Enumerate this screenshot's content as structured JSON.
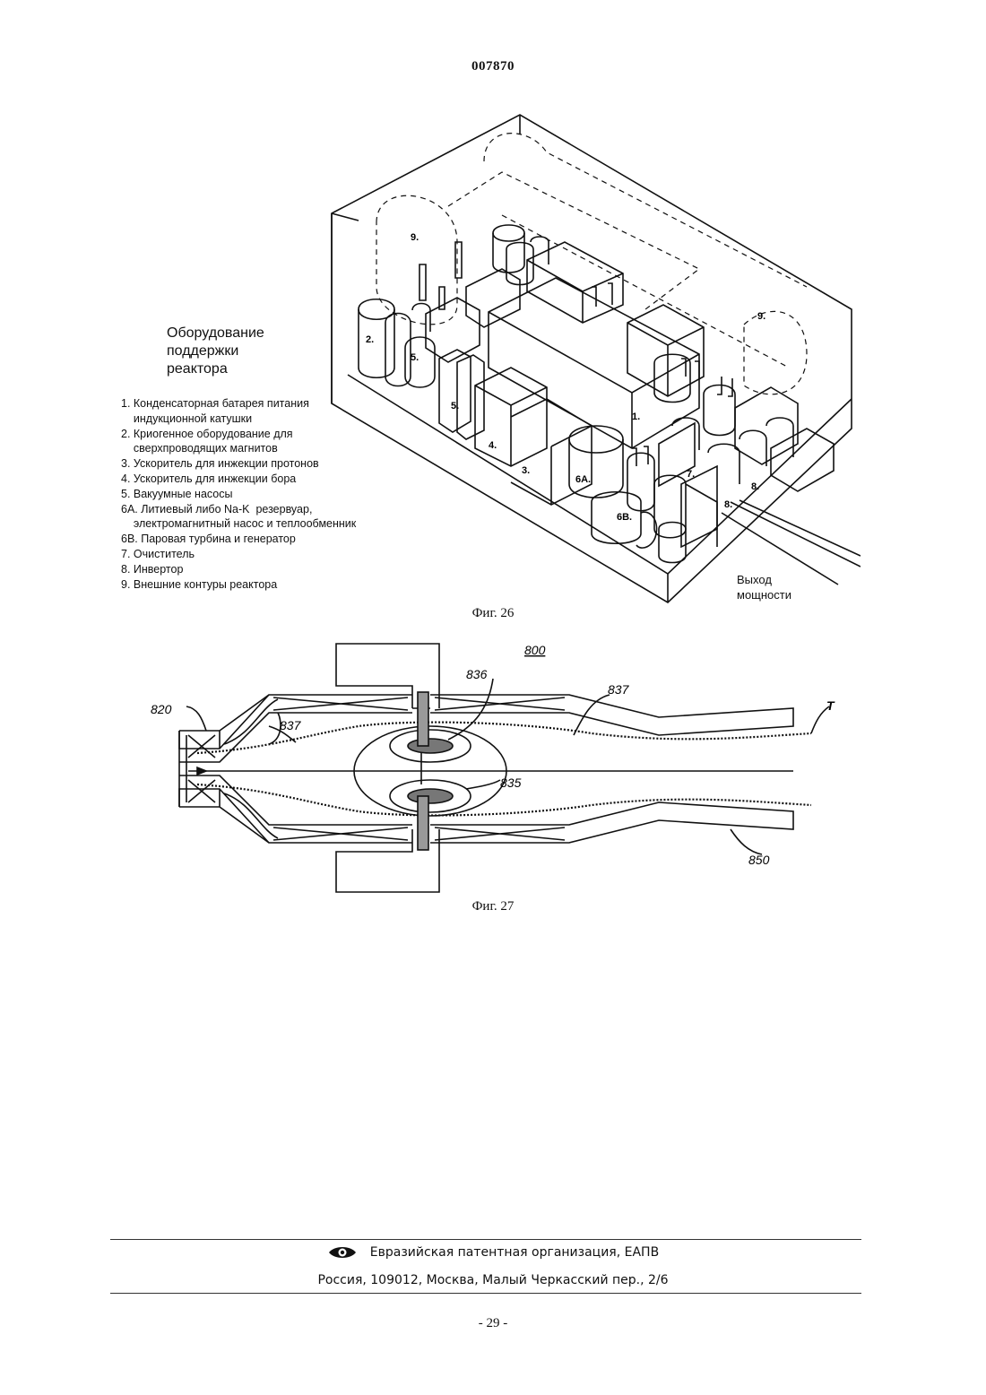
{
  "header": {
    "patent_number": "007870"
  },
  "fig26": {
    "title_lines": [
      "Оборудование",
      "поддержки",
      "реактора"
    ],
    "legend": [
      "1. Конденсаторная батарея питания",
      "    индукционной катушки",
      "2. Криогенное оборудование для",
      "    сверхпроводящих магнитов",
      "3. Ускоритель для инжекции протонов",
      "4. Ускоритель для инжекции бора",
      "5. Вакуумные насосы",
      "6А. Литиевый либо Na-K  резервуар,",
      "    электромагнитный насос и теплообменник",
      "6В. Паровая турбина и генератор",
      "7. Очиститель",
      "8. Инвертор",
      "9. Внешние контуры реактора"
    ],
    "output_label_lines": [
      "Выход",
      "мощности"
    ],
    "callouts": {
      "c9a": "9.",
      "c9b": "9.",
      "c2": "2.",
      "c5a": "5.",
      "c5b": "5.",
      "c4": "4.",
      "c3": "3.",
      "c1": "1.",
      "c6a": "6А.",
      "c6b": "6В.",
      "c7": "7.",
      "c8a": "8.",
      "c8b": "8."
    },
    "caption": "Фиг. 26"
  },
  "fig27": {
    "labels": {
      "l800": "800",
      "l836": "836",
      "l837a": "837",
      "l837b": "837",
      "l820": "820",
      "lT": "T",
      "l835": "835",
      "l850": "850"
    },
    "caption": "Фиг. 27"
  },
  "footer": {
    "organization": "Евразийская патентная организация, ЕАПВ",
    "address": "Россия, 109012, Москва, Малый Черкасский пер., 2/6"
  },
  "page_number": "- 29 -"
}
